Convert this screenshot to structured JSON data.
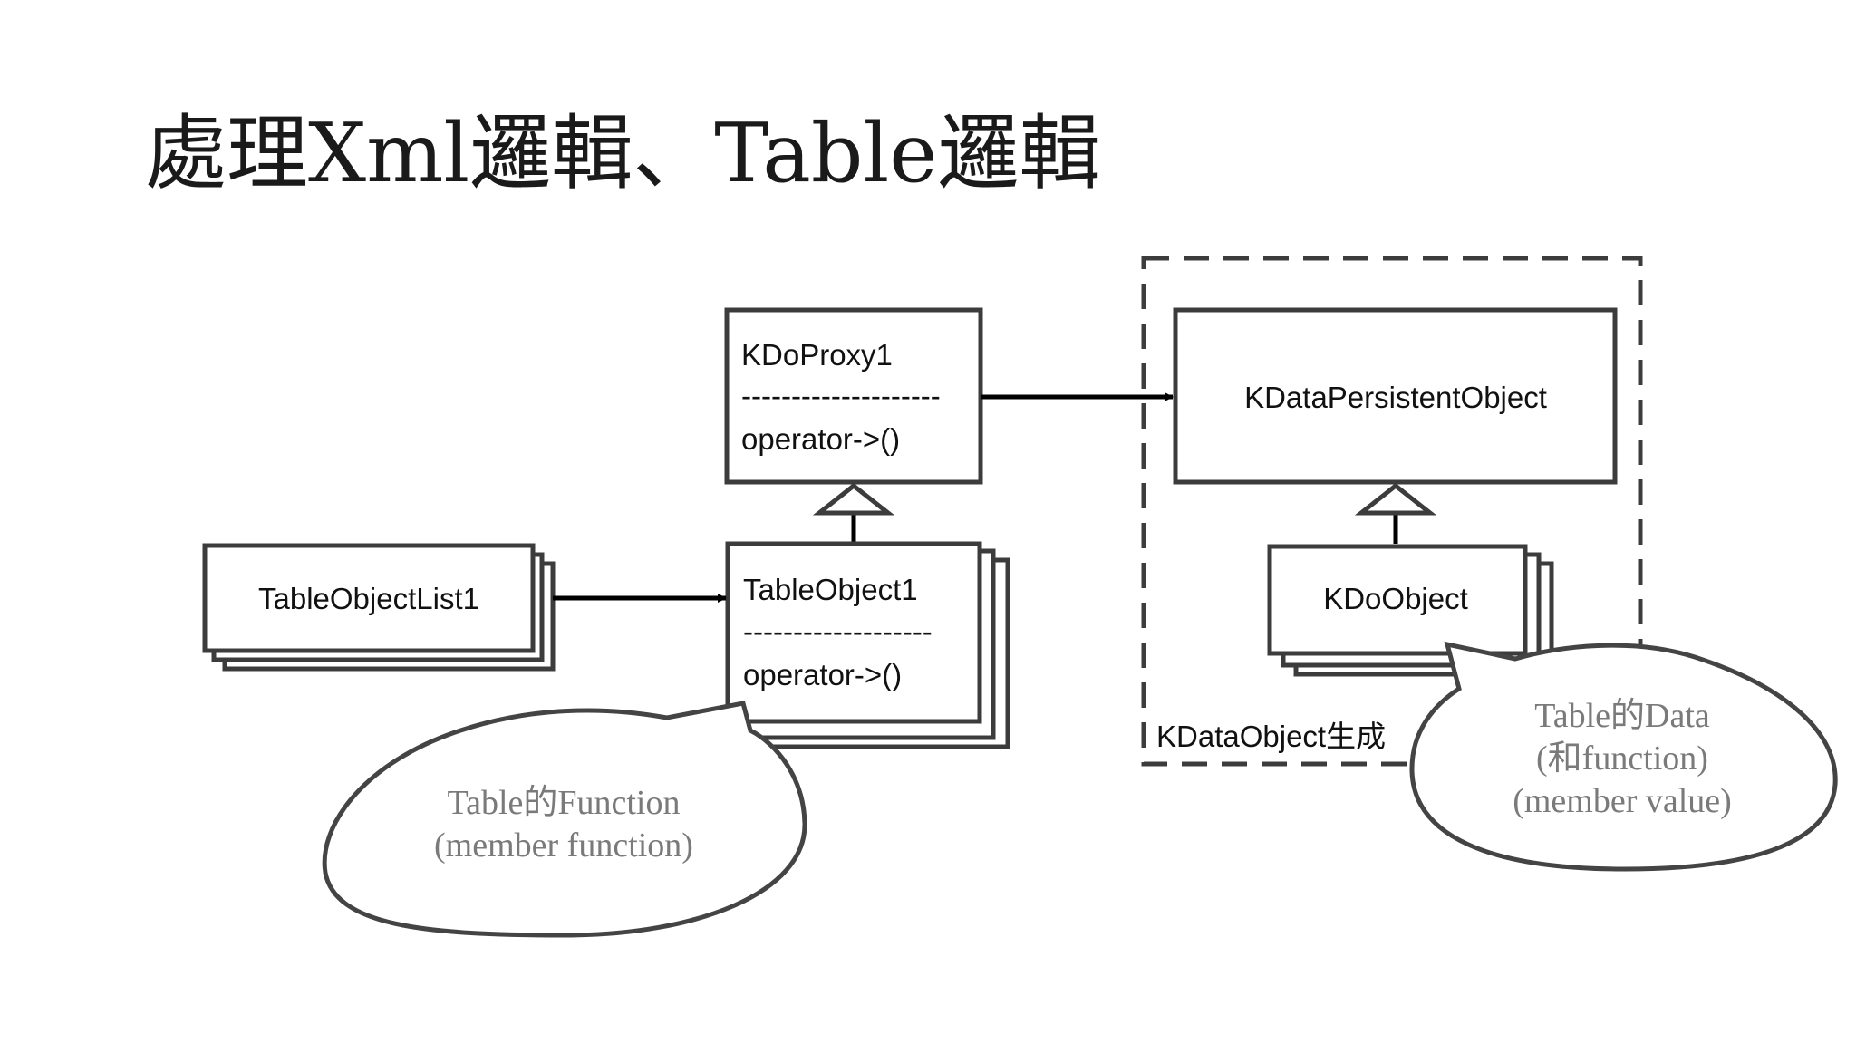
{
  "title": "處理Xml邏輯、Table邏輯",
  "nodes": {
    "kdoproxy": {
      "name": "KDoProxy1",
      "divider": "--------------------",
      "method": "operator->()"
    },
    "tableobject": {
      "name": "TableObject1",
      "divider": "-------------------",
      "method": "operator->()"
    },
    "tableobjectlist": {
      "name": "TableObjectList1"
    },
    "kdatapersistent": {
      "name": "KDataPersistentObject"
    },
    "kdoobject": {
      "name": "KDoObject"
    }
  },
  "region": {
    "label": "KDataObject生成"
  },
  "callouts": {
    "function": {
      "line1": "Table的Function",
      "line2": "(member function)"
    },
    "data": {
      "line1": "Table的Data",
      "line2": "(和function)",
      "line3": "(member value)"
    }
  }
}
